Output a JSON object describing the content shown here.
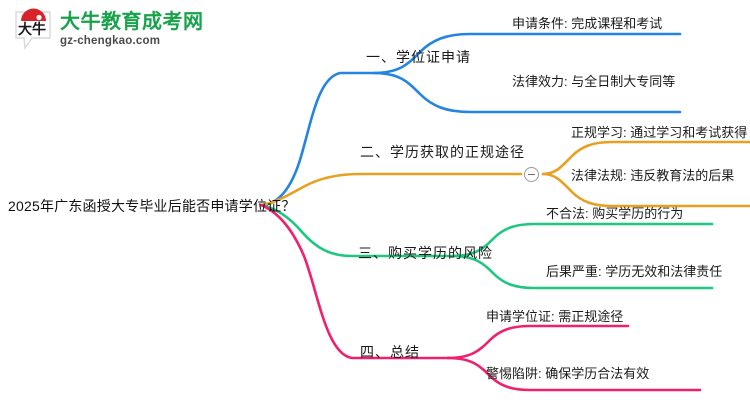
{
  "brand": {
    "logo_icon": "speech-bubble-logo-icon",
    "name": "大牛教育成考网",
    "domain": "gz-chengkao.com",
    "name_color": "#16a34a",
    "domain_color": "#4b4b4b",
    "mark_accent_color": "#d8232a",
    "mark_text": "大牛"
  },
  "mindmap": {
    "root": {
      "title": "2025年广东函授大专毕业后能否申请学位证？"
    },
    "branches": [
      {
        "label": "一、学位证申请",
        "color": "#2584E0",
        "collapsed_toggle": false,
        "children": [
          {
            "label": "申请条件: 完成课程和考试"
          },
          {
            "label": "法律效力: 与全日制大专同等"
          }
        ]
      },
      {
        "label": "二、学历获取的正规途径",
        "color": "#E8A020",
        "collapsed_toggle": true,
        "toggle_icon": "minus-circle-icon",
        "children": [
          {
            "label": "正规学习: 通过学习和考试获得"
          },
          {
            "label": "法律法规: 违反教育法的后果"
          }
        ]
      },
      {
        "label": "三、购买学历的风险",
        "color": "#1EC77E",
        "collapsed_toggle": false,
        "children": [
          {
            "label": "不合法: 购买学历的行为"
          },
          {
            "label": "后果严重: 学历无效和法律责任"
          }
        ]
      },
      {
        "label": "四、总结",
        "color": "#F0206E",
        "collapsed_toggle": false,
        "children": [
          {
            "label": "申请学位证: 需正规途径"
          },
          {
            "label": "警惕陷阱: 确保学历合法有效"
          }
        ]
      }
    ]
  }
}
